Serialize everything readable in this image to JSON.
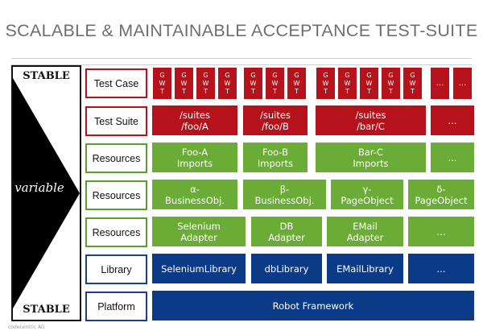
{
  "title": "SCALABLE & MAINTAINABLE ACCEPTANCE TEST-SUITE",
  "side": {
    "stable_top": "STABLE",
    "variable": "variable",
    "stable_bottom": "STABLE"
  },
  "labels": {
    "test_case": "Test Case",
    "test_suite": "Test Suite",
    "resources1": "Resources",
    "resources2": "Resources",
    "resources3": "Resources",
    "library": "Library",
    "platform": "Platform"
  },
  "gwt": {
    "g": "G",
    "w": "W",
    "t": "T",
    "more": "..."
  },
  "suites": [
    {
      "line1": "/suites",
      "line2": "/foo/A"
    },
    {
      "line1": "/suites",
      "line2": "/foo/B"
    },
    {
      "line1": "/suites",
      "line2": "/bar/C"
    },
    {
      "line1": "...",
      "line2": ""
    }
  ],
  "imports": [
    {
      "line1": "Foo-A",
      "line2": "Imports"
    },
    {
      "line1": "Foo-B",
      "line2": "Imports"
    },
    {
      "line1": "Bar-C",
      "line2": "Imports"
    },
    {
      "line1": "...",
      "line2": ""
    }
  ],
  "objects": [
    {
      "line1": "α-",
      "line2": "BusinessObj."
    },
    {
      "line1": "β-",
      "line2": "BusinessObj."
    },
    {
      "line1": "γ-",
      "line2": "PageObject"
    },
    {
      "line1": "δ-",
      "line2": "PageObject"
    }
  ],
  "adapters": [
    {
      "line1": "Selenium",
      "line2": "Adapter"
    },
    {
      "line1": "DB",
      "line2": "Adapter"
    },
    {
      "line1": "EMail",
      "line2": "Adapter"
    },
    {
      "line1": "...",
      "line2": ""
    }
  ],
  "libraries": [
    "SeleniumLibrary",
    "dbLibrary",
    "EMailLibrary",
    "..."
  ],
  "platform": "Robot Framework",
  "footer": "codecentric AG",
  "colors": {
    "red": "#b5121b",
    "green": "#6aac35",
    "blue": "#0b3a87"
  }
}
